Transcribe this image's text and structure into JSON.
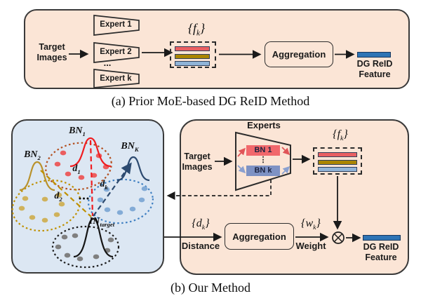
{
  "colors": {
    "panel_peach": "#fbe5d6",
    "panel_blue": "#dce7f3",
    "cluster_red": "#eb5e5f",
    "cluster_gold": "#cfb25c",
    "cluster_blue": "#83abd6",
    "cluster_gray": "#7f7f7f",
    "feature_blue": "#2e74b5",
    "feature_border": "#17375e"
  },
  "panel_a": {
    "caption": "(a) Prior MoE-based DG ReID Method",
    "target_line1": "Target",
    "target_line2": "Images",
    "experts": [
      "Expert 1",
      "Expert 2",
      "Expert k"
    ],
    "ellipsis": "...",
    "fk": {
      "open": "{",
      "var": "f",
      "sub": "k",
      "close": "}"
    },
    "aggregation": "Aggregation",
    "feature_line1": "DG ReID",
    "feature_line2": "Feature"
  },
  "panel_b": {
    "caption": "(b) Our Method",
    "cluster": {
      "bn1": {
        "base": "BN",
        "sub": "1"
      },
      "bn2": {
        "base": "BN",
        "sub": "2"
      },
      "bnk": {
        "base": "BN",
        "sub": "K"
      },
      "in_target": {
        "base": "IN",
        "sub": "target"
      },
      "d1": {
        "base": "d",
        "sub": "1"
      },
      "d2": {
        "base": "d",
        "sub": "2"
      },
      "dk": {
        "base": "d",
        "sub": "k"
      },
      "ellipsis": "..."
    },
    "pipeline": {
      "experts_label": "Experts",
      "target_line1": "Target",
      "target_line2": "Images",
      "bn1_bar": "BN 1",
      "bnk_bar": "BN k",
      "vdots": "⋮",
      "fk": {
        "open": "{",
        "var": "f",
        "sub": "k",
        "close": "}"
      },
      "dk_set": {
        "open": "{",
        "var": "d",
        "sub": "k",
        "close": "}"
      },
      "wk_set": {
        "open": "{",
        "var": "w",
        "sub": "k",
        "close": "}"
      },
      "distance_label": "Distance",
      "aggregation": "Aggregation",
      "weight_label": "Weight",
      "feature_line1": "DG ReID",
      "feature_line2": "Feature"
    }
  }
}
